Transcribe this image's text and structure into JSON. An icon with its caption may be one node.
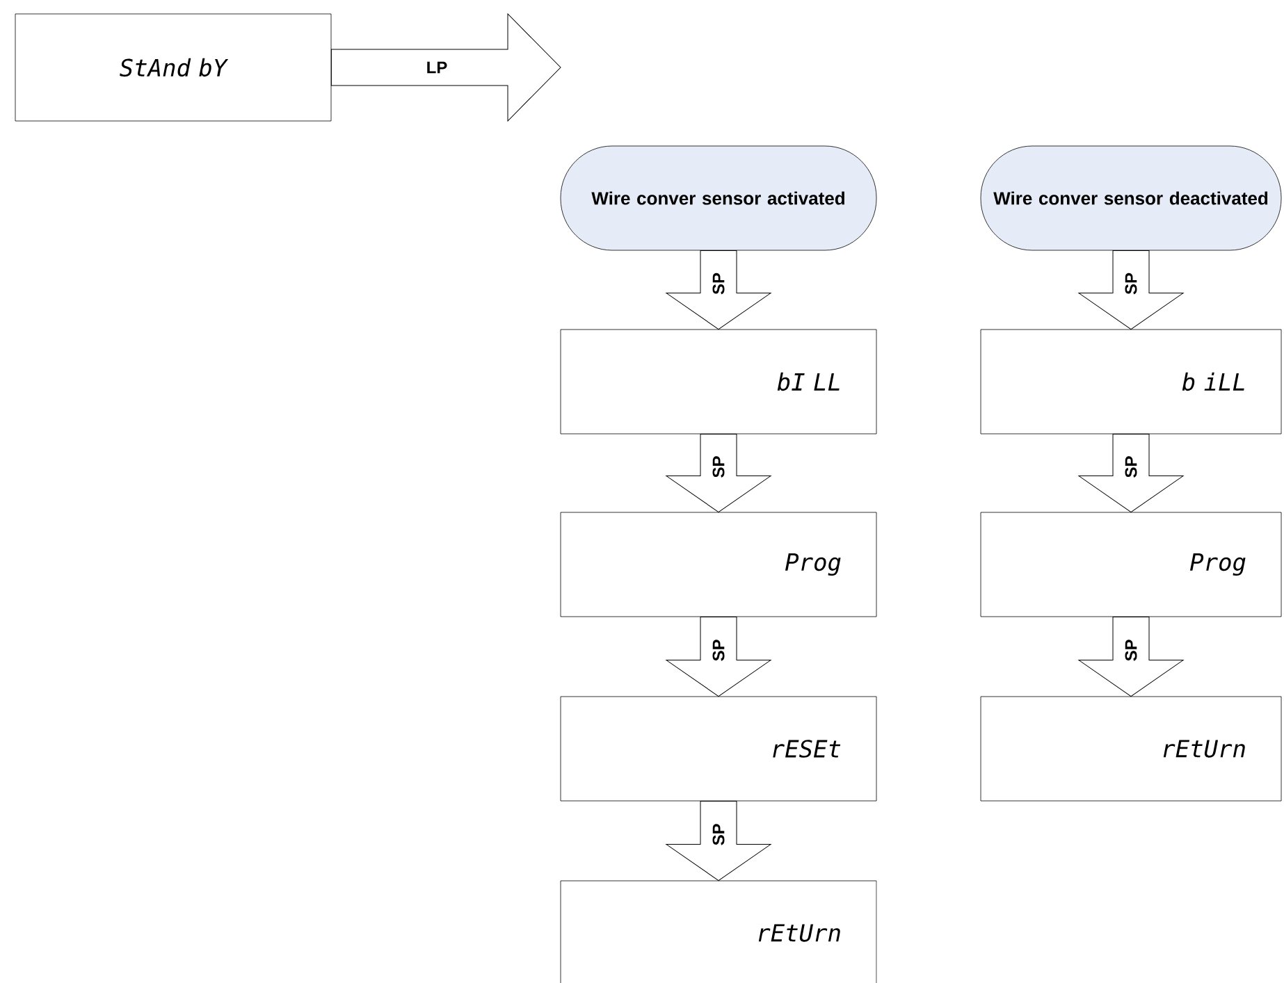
{
  "diagram": {
    "nodes": [
      {
        "text": [
          "StAnd bY"
        ]
      },
      {
        "text": [
          "Wire conver sensor activated"
        ]
      },
      {
        "text": [
          "bI LL"
        ]
      },
      {
        "text": [
          "Prog"
        ]
      },
      {
        "text": [
          "rESEt"
        ]
      },
      {
        "text": [
          "rEtUrn"
        ]
      },
      {
        "text": [
          "Wire conver sensor deactivated"
        ]
      },
      {
        "text": [
          "b iLL"
        ]
      },
      {
        "text": [
          "Prog"
        ]
      },
      {
        "text": [
          "rEtUrn"
        ]
      }
    ],
    "edges": [
      {
        "from": 0,
        "to": null,
        "arrow": "to",
        "label": "LP"
      },
      {
        "from": 1,
        "to": 2,
        "arrow": "to",
        "label": "SP"
      },
      {
        "from": 2,
        "to": 3,
        "arrow": "to",
        "label": "SP"
      },
      {
        "from": 3,
        "to": 4,
        "arrow": "to",
        "label": "SP"
      },
      {
        "from": 4,
        "to": 5,
        "arrow": "to",
        "label": "SP"
      },
      {
        "from": 6,
        "to": 7,
        "arrow": "to",
        "label": "SP"
      },
      {
        "from": 7,
        "to": 8,
        "arrow": "to",
        "label": "SP"
      },
      {
        "from": 8,
        "to": 9,
        "arrow": "to",
        "label": "SP"
      }
    ]
  }
}
